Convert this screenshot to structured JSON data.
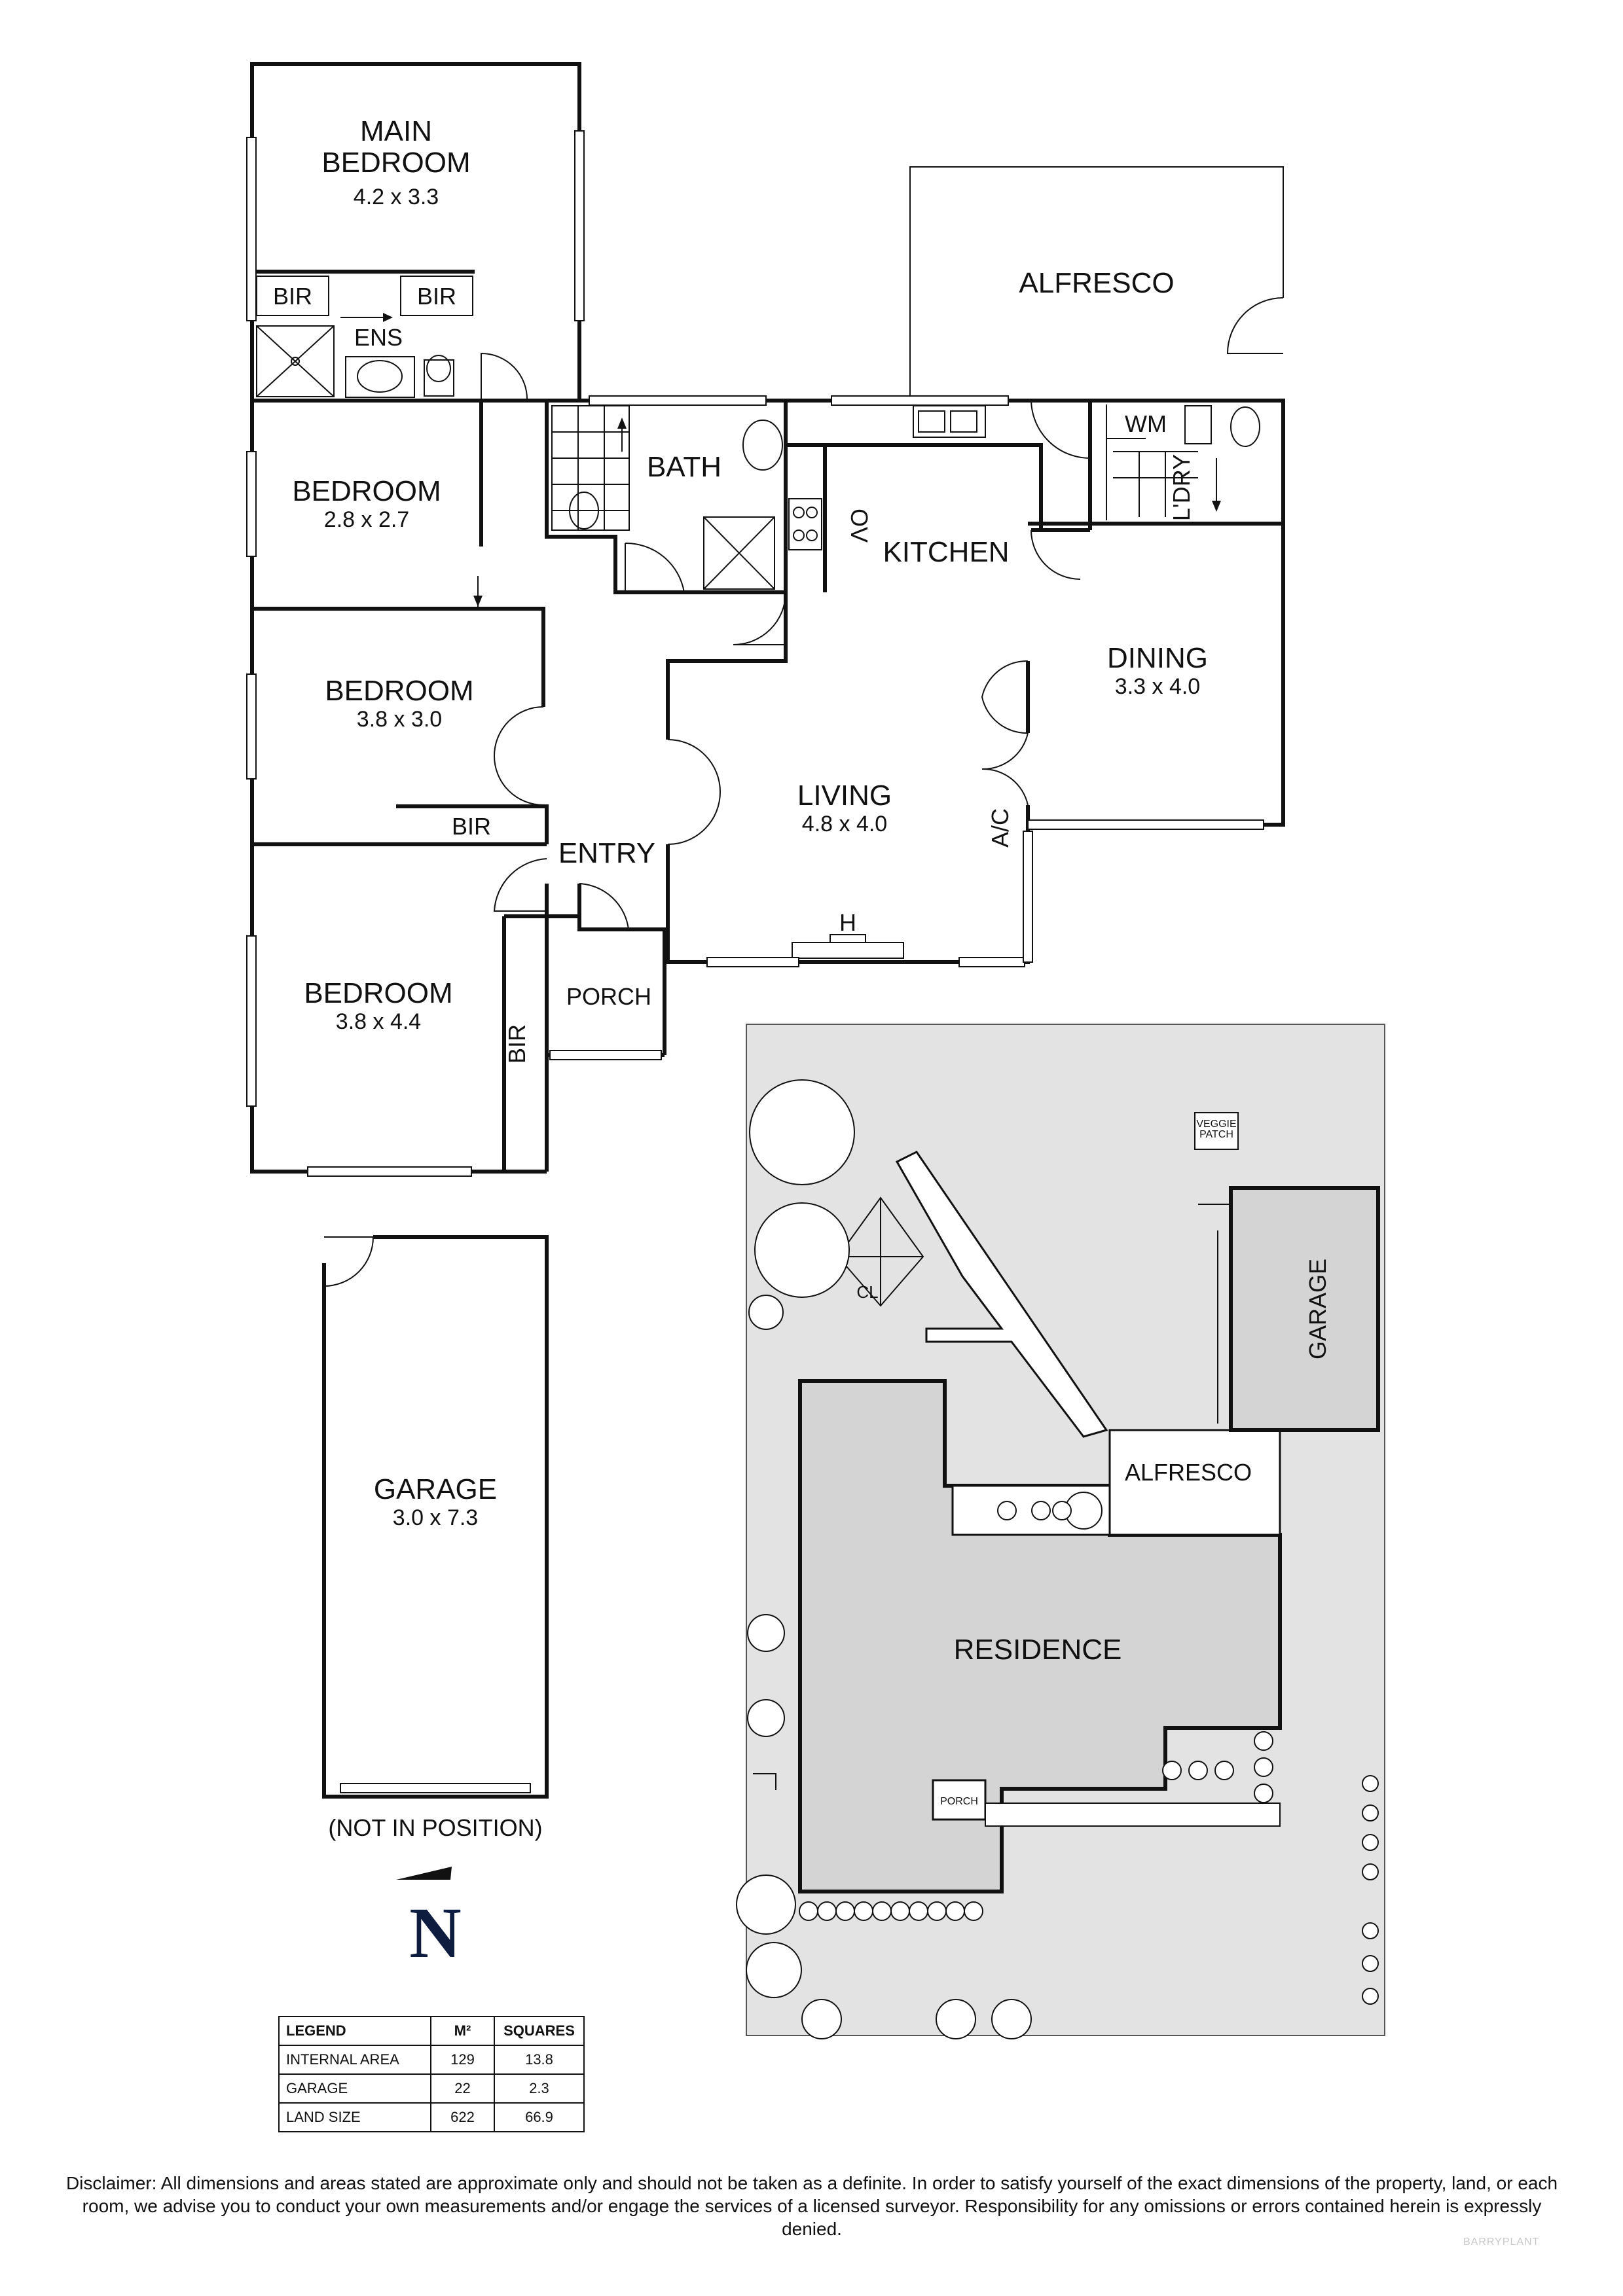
{
  "floorplan": {
    "rooms": [
      {
        "id": "main-bedroom",
        "name": "MAIN\nBEDROOM",
        "dims": "4.2 x 3.3"
      },
      {
        "id": "ens",
        "name": "ENS",
        "dims": ""
      },
      {
        "id": "bir-1",
        "name": "BIR",
        "dims": ""
      },
      {
        "id": "bir-2",
        "name": "BIR",
        "dims": ""
      },
      {
        "id": "bedroom-2",
        "name": "BEDROOM",
        "dims": "2.8 x 2.7"
      },
      {
        "id": "bedroom-3",
        "name": "BEDROOM",
        "dims": "3.8 x 3.0"
      },
      {
        "id": "bir-3",
        "name": "BIR",
        "dims": ""
      },
      {
        "id": "bedroom-4",
        "name": "BEDROOM",
        "dims": "3.8 x 4.4"
      },
      {
        "id": "bir-4",
        "name": "BIR",
        "dims": ""
      },
      {
        "id": "bath",
        "name": "BATH",
        "dims": ""
      },
      {
        "id": "kitchen",
        "name": "KITCHEN",
        "dims": ""
      },
      {
        "id": "oven",
        "name": "OV",
        "dims": ""
      },
      {
        "id": "alfresco",
        "name": "ALFRESCO",
        "dims": ""
      },
      {
        "id": "wm",
        "name": "WM",
        "dims": ""
      },
      {
        "id": "laundry",
        "name": "L'DRY",
        "dims": ""
      },
      {
        "id": "dining",
        "name": "DINING",
        "dims": "3.3 x 4.0"
      },
      {
        "id": "living",
        "name": "LIVING",
        "dims": "4.8 x 4.0"
      },
      {
        "id": "ac",
        "name": "A/C",
        "dims": ""
      },
      {
        "id": "heater",
        "name": "H",
        "dims": ""
      },
      {
        "id": "entry",
        "name": "ENTRY",
        "dims": ""
      },
      {
        "id": "porch",
        "name": "PORCH",
        "dims": ""
      }
    ],
    "garage": {
      "name": "GARAGE",
      "dims": "3.0 x 7.3",
      "note": "(NOT IN POSITION)"
    }
  },
  "siteplan": {
    "labels": {
      "veggie": "VEGGIE\nPATCH",
      "clothesline": "CL",
      "garage": "GARAGE",
      "alfresco": "ALFRESCO",
      "residence": "RESIDENCE",
      "porch": "PORCH"
    }
  },
  "compass": {
    "label": "N"
  },
  "legend": {
    "headers": [
      "LEGEND",
      "M²",
      "SQUARES"
    ],
    "rows": [
      [
        "INTERNAL AREA",
        "129",
        "13.8"
      ],
      [
        "GARAGE",
        "22",
        "2.3"
      ],
      [
        "LAND SIZE",
        "622",
        "66.9"
      ]
    ]
  },
  "disclaimer": "Disclaimer: All dimensions and areas stated are approximate only and should not be taken as a definite. In order to satisfy yourself of the exact dimensions of the property, land, or each room, we advise you to conduct your own measurements and/or engage the services of a licensed surveyor. Responsibility for any omissions or errors contained herein is expressly denied.",
  "watermark": "BARRYPLANT",
  "colors": {
    "site_fill": "#e3e3e3",
    "building_fill": "#d4d4d4",
    "line": "#111111"
  }
}
